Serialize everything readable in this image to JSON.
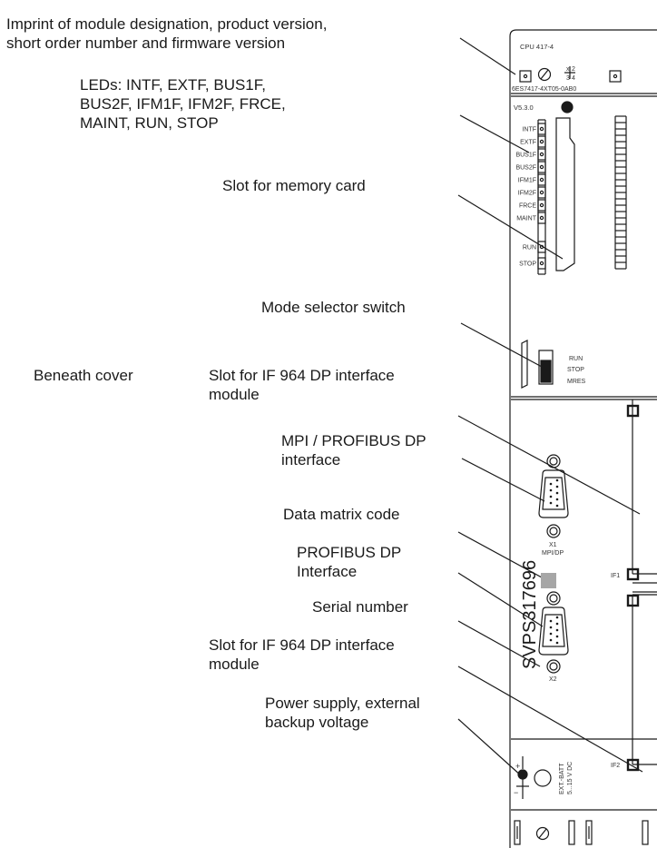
{
  "callouts": {
    "imprint": [
      "Imprint of module designation, product version,",
      "short order number and firmware version"
    ],
    "leds": [
      "LEDs: INTF, EXTF, BUS1F,",
      "BUS2F, IFM1F, IFM2F, FRCE,",
      "MAINT, RUN, STOP"
    ],
    "memory_slot": "Slot for memory card",
    "mode_switch": "Mode selector switch",
    "beneath_cover": "Beneath cover",
    "if964_slot_top": [
      "Slot for IF 964 DP interface",
      "module"
    ],
    "mpi_dp": [
      "MPI / PROFIBUS DP",
      "interface"
    ],
    "data_matrix": "Data matrix code",
    "profibus_dp": [
      "PROFIBUS DP",
      "Interface"
    ],
    "serial_number": "Serial number",
    "if964_slot_bottom": [
      "Slot for IF 964 DP interface",
      "module"
    ],
    "power_supply": [
      "Power supply, external",
      "backup voltage"
    ]
  },
  "module": {
    "cpu_name": "CPU 417-4",
    "order_number": "6ES7417-4XT05-0AB0",
    "firmware": "V5.3.0",
    "version_marks": [
      "x",
      "2",
      "3",
      "4"
    ],
    "leds": [
      "INTF",
      "EXTF",
      "BUS1F",
      "BUS2F",
      "IFM1F",
      "IFM2F",
      "FRCE",
      "MAINT",
      "RUN",
      "STOP"
    ],
    "mode_positions": [
      "RUN",
      "STOP",
      "MRES"
    ],
    "x1_label": [
      "X1",
      "MPI/DP"
    ],
    "x2_label": "X2",
    "if1_label": "IF1",
    "if2_label": "IF2",
    "serial": "SVPS317696",
    "batt_label": [
      "EXT.-BATT",
      "5...15 V DC"
    ],
    "plus": "+",
    "minus": "−"
  },
  "colors": {
    "line": "#1a1a1a",
    "fill": "#ffffff",
    "matrix": "#a6a6a6"
  }
}
